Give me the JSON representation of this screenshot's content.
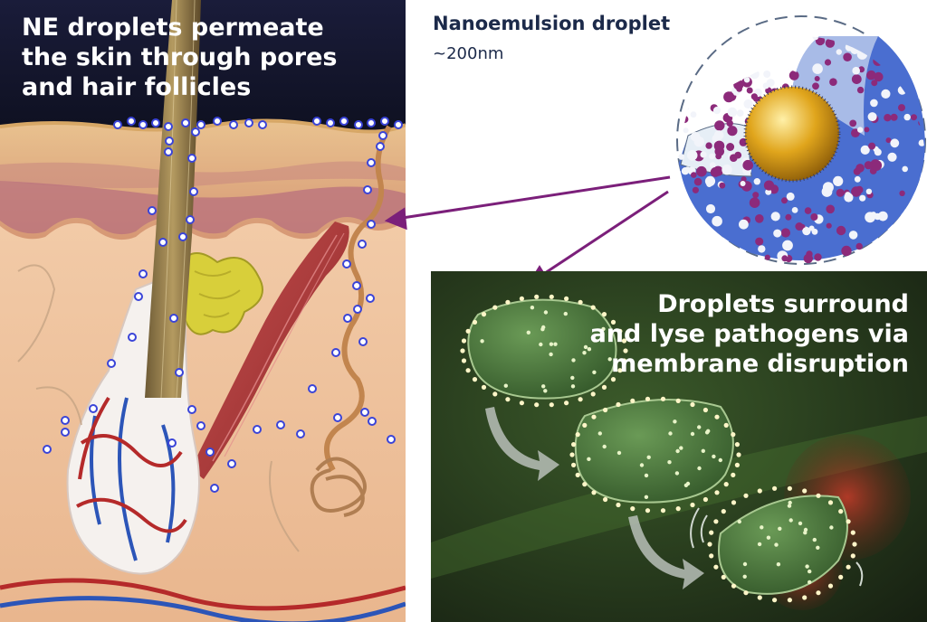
{
  "skin_panel": {
    "caption": "NE droplets permeate\nthe skin through pores\nand hair follicles"
  },
  "droplet_panel": {
    "title": "Nanoemulsion droplet",
    "size_label": "~200nm"
  },
  "pathogen_panel": {
    "caption": "Droplets surround\nand lyse pathogens via\nmembrane disruption"
  },
  "colors": {
    "arrow": "#7b1f7a",
    "droplet_dot": "#3a44d8",
    "shell_blue": "#4a6ed0",
    "shell_purple": "#8c2a7a",
    "core_gold": "#e0a51c",
    "pathogen_green": "#3f6a33",
    "skin_sky": "#171b34"
  }
}
